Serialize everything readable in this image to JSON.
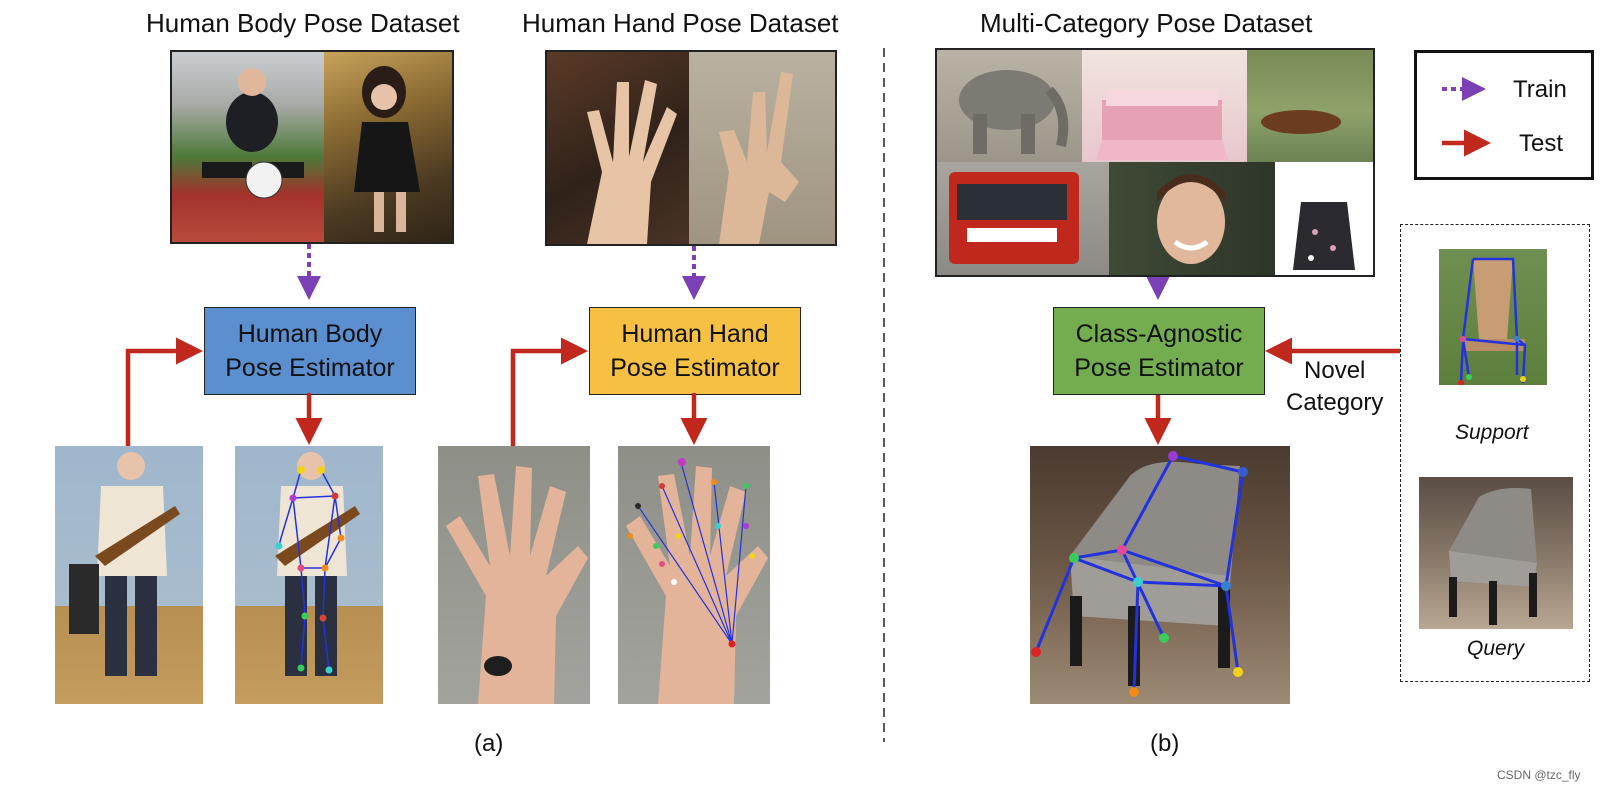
{
  "panel_a": {
    "body_dataset_title": "Human Body Pose Dataset",
    "hand_dataset_title": "Human Hand Pose Dataset",
    "body_estimator": [
      "Human Body",
      "Pose Estimator"
    ],
    "hand_estimator": [
      "Human Hand",
      "Pose Estimator"
    ],
    "caption": "(a)"
  },
  "panel_b": {
    "dataset_title": "Multi-Category Pose Dataset",
    "estimator": [
      "Class-Agnostic",
      "Pose Estimator"
    ],
    "novel_category": [
      "Novel",
      "Category"
    ],
    "support_label": "Support",
    "query_label": "Query",
    "caption": "(b)"
  },
  "legend": {
    "train_label": "Train",
    "test_label": "Test"
  },
  "colors": {
    "train_arrow": "#7b3fb6",
    "test_arrow": "#c0281e",
    "body_box": "#5b8fd0",
    "hand_box": "#f6c142",
    "agnostic_box": "#74ad4f",
    "skeleton": "#2233dd"
  },
  "watermark": "CSDN @tzc_fly"
}
